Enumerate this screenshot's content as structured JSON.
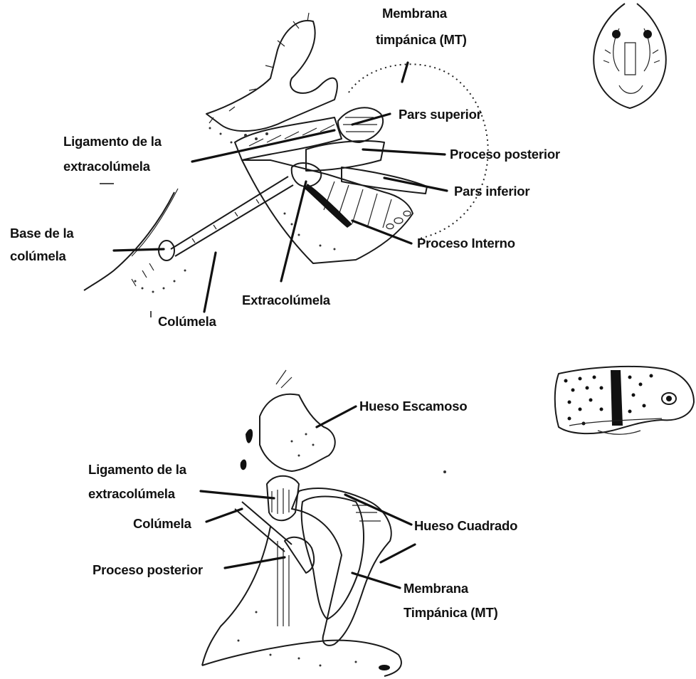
{
  "diagram_top": {
    "labels": {
      "membrana_timpanica_l1": "Membrana",
      "membrana_timpanica_l2": "timpánica (MT)",
      "pars_superior": "Pars superior",
      "ligamento_l1": "Ligamento de la",
      "ligamento_l2": "extracolúmela",
      "proceso_posterior": "Proceso posterior",
      "pars_inferior": "Pars inferior",
      "base_l1": "Base de la",
      "base_l2": "colúmela",
      "proceso_interno": "Proceso Interno",
      "extracolumela": "Extracolúmela",
      "columela": "Colúmela"
    }
  },
  "diagram_bottom": {
    "labels": {
      "hueso_escamoso": "Hueso Escamoso",
      "ligamento_l1": "Ligamento de la",
      "ligamento_l2": "extracolúmela",
      "columela": "Colúmela",
      "hueso_cuadrado": "Hueso Cuadrado",
      "proceso_posterior": "Proceso posterior",
      "membrana_l1": "Membrana",
      "membrana_l2": "Timpánica (MT)"
    }
  }
}
